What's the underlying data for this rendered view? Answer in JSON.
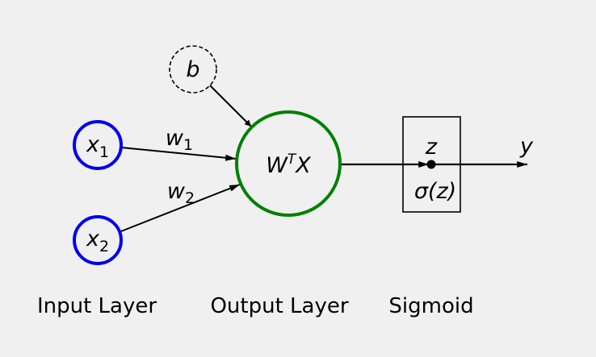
{
  "nodes": {
    "bias": {
      "symbol": "b"
    },
    "x1": {
      "symbol": "x",
      "index": "1"
    },
    "x2": {
      "symbol": "x",
      "index": "2"
    },
    "output": {
      "w": "W",
      "t": "T",
      "x": "X"
    },
    "sigmoid": {
      "z": "z",
      "sigma": "σ(z)"
    },
    "y": {
      "symbol": "y"
    }
  },
  "edges": {
    "w1": {
      "symbol": "w",
      "index": "1"
    },
    "w2": {
      "symbol": "w",
      "index": "2"
    }
  },
  "layers": {
    "input": "Input Layer",
    "output": "Output Layer",
    "sigmoid": "Sigmoid"
  },
  "colors": {
    "input_node": "#0000ee",
    "output_node": "#008000",
    "edge": "#000000",
    "background": "#f0f0f0"
  }
}
